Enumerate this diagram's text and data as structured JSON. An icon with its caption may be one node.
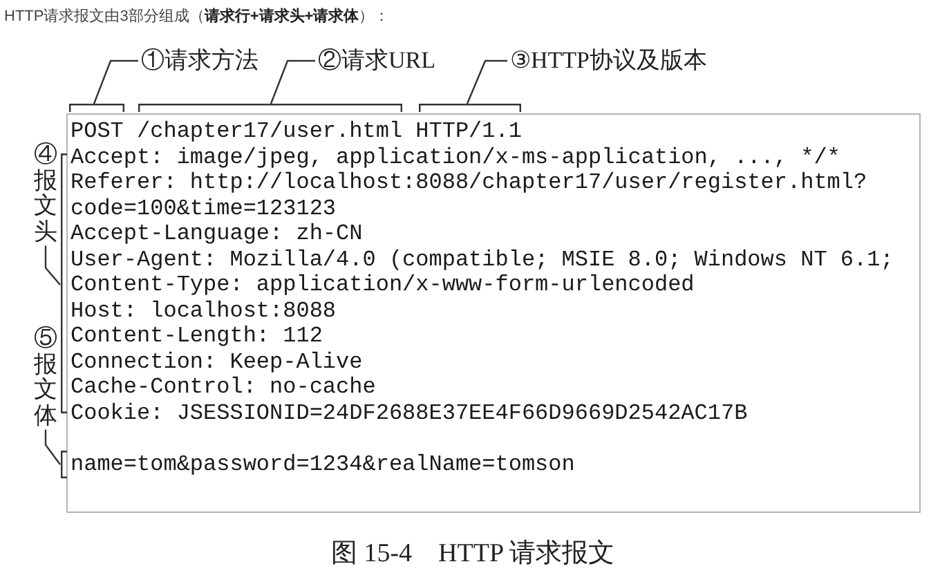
{
  "diagram": {
    "title": "HTTP请求报文由3部分组成（**请求行+请求头+请求体**）：",
    "caption": "图 15-4　HTTP 请求报文",
    "nodes": [
      {
        "text": [
          "①请求方法"
        ]
      },
      {
        "text": [
          "②请求URL"
        ]
      },
      {
        "text": [
          "③HTTP协议及版本"
        ]
      },
      {
        "text": [],
        "shape": "bracket"
      },
      {
        "text": [],
        "shape": "bracket"
      },
      {
        "text": [],
        "shape": "bracket"
      },
      {
        "text": [
          "POST /chapter17/user.html HTTP/1.1",
          "Accept: image/jpeg, application/x-ms-application, ..., */*",
          "Referer: http://localhost:8088/chapter17/user/register.html? code=100&time=123123",
          "Accept-Language: zh-CN",
          "User-Agent: Mozilla/4.0 (compatible; MSIE 8.0; Windows NT 6.1;",
          "Content-Type: application/x-www-form-urlencoded",
          "Host: localhost:8088",
          "Content-Length: 112",
          "Connection: Keep-Alive",
          "Cache-Control: no-cache",
          "Cookie: JSESSIONID=24DF2688E37EE4F66D9669D2542AC17B",
          "name=tom&password=1234&realName=tomson"
        ]
      },
      {
        "text": [
          "④报文头"
        ]
      },
      {
        "text": [],
        "shape": "bracket"
      },
      {
        "text": [
          "⑤报文体"
        ]
      },
      {
        "text": [],
        "shape": "bracket"
      }
    ],
    "edges": [
      {
        "from": 0,
        "to": 3,
        "arrow": "none"
      },
      {
        "from": 1,
        "to": 4,
        "arrow": "none"
      },
      {
        "from": 2,
        "to": 5,
        "arrow": "none"
      },
      {
        "from": 7,
        "to": 8,
        "arrow": "none"
      },
      {
        "from": 9,
        "to": 10,
        "arrow": "none"
      }
    ]
  }
}
